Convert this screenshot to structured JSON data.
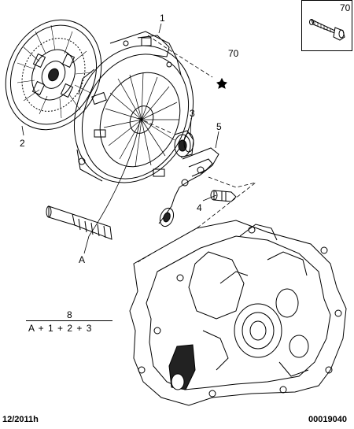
{
  "callouts": {
    "part_1": "1",
    "part_2": "2",
    "part_3": "3",
    "part_4": "4",
    "part_5": "5",
    "part_70_main": "70",
    "part_a": "A"
  },
  "inset": {
    "label": "70",
    "icon": "bolt-icon"
  },
  "formula": {
    "numerator": "8",
    "sum": "A + 1 + 2 + 3"
  },
  "footer": {
    "date": "12/2011h",
    "ref": "00019040"
  },
  "colors": {
    "line": "#000000",
    "background": "#ffffff",
    "shadow_fill": "#222222"
  }
}
